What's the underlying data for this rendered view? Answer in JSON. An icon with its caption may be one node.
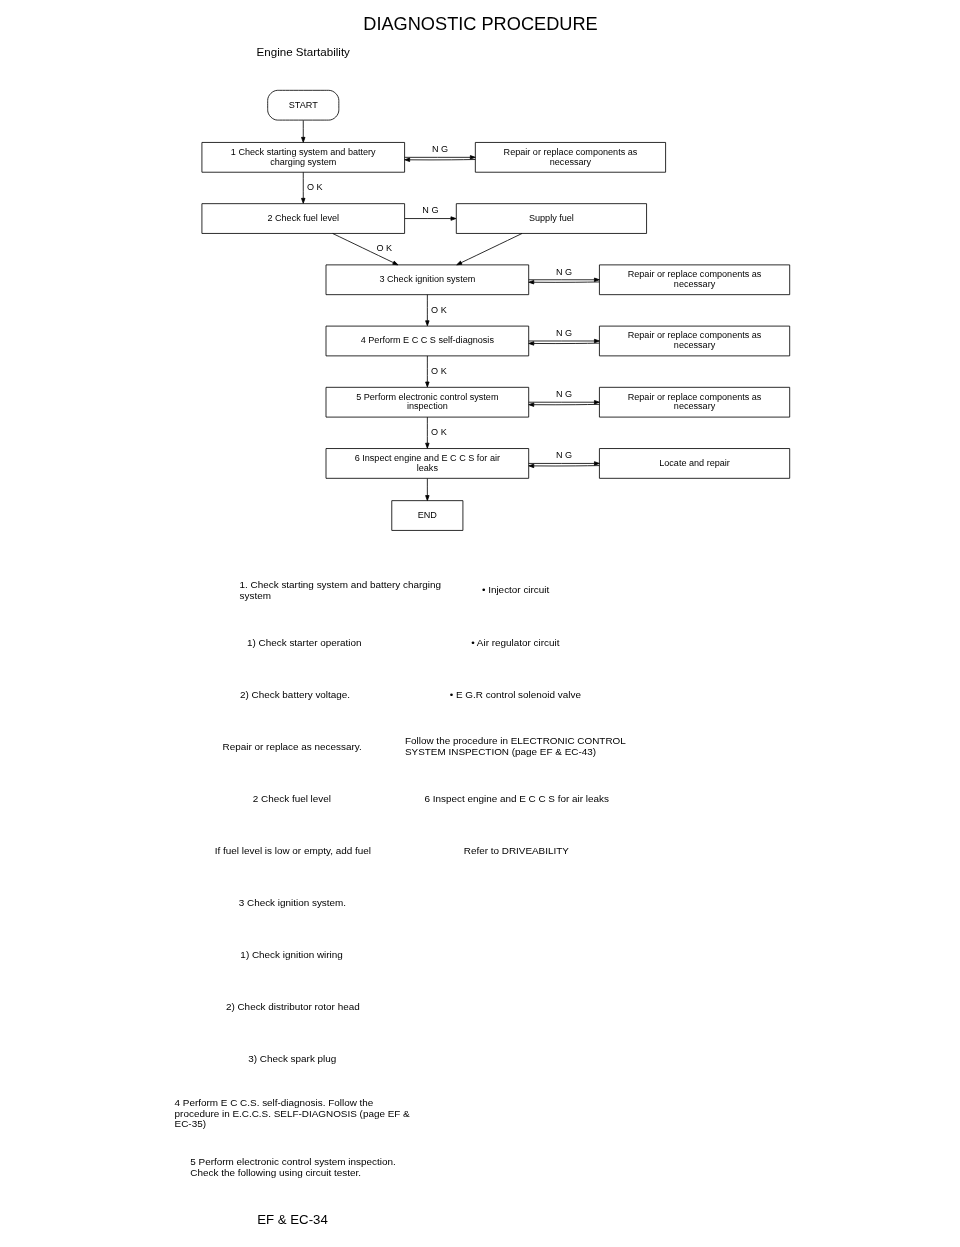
{
  "diagram": {
    "title": "DIAGNOSTIC PROCEDURE",
    "nodes": [
      {
        "text": [
          "START"
        ]
      },
      {
        "text": [
          "1 Check starting system and battery charging system"
        ]
      },
      {
        "text": [
          "Repair or replace components as necessary"
        ]
      },
      {
        "text": [
          "2 Check fuel level"
        ]
      },
      {
        "text": [
          "Supply fuel"
        ]
      },
      {
        "text": [
          "3 Check ignition system"
        ]
      },
      {
        "text": [
          "Repair or replace components as necessary"
        ]
      },
      {
        "text": [
          "4 Perform E C C S self-diagnosis"
        ]
      },
      {
        "text": [
          "Repair or replace components as necessary"
        ]
      },
      {
        "text": [
          "5 Perform electronic control system inspection"
        ]
      },
      {
        "text": [
          "Repair or replace components as necessary"
        ]
      },
      {
        "text": [
          "6 Inspect engine and E C C S for air leaks"
        ]
      },
      {
        "text": [
          "Locate and repair"
        ]
      },
      {
        "text": [
          "END"
        ]
      }
    ],
    "edges": [
      {
        "from": 0,
        "to": 1,
        "arrow": "to"
      },
      {
        "from": 1,
        "to": 2,
        "arrow": "to",
        "label": "N G"
      },
      {
        "from": 2,
        "to": 1,
        "arrow": "to"
      },
      {
        "from": 1,
        "to": 3,
        "arrow": "to",
        "label": "O K"
      },
      {
        "from": 3,
        "to": 4,
        "arrow": "to",
        "label": "N G"
      },
      {
        "from": 4,
        "to": 5,
        "arrow": "to"
      },
      {
        "from": 3,
        "to": 5,
        "arrow": "to",
        "label": "O K"
      },
      {
        "from": 5,
        "to": 6,
        "arrow": "to",
        "label": "N G"
      },
      {
        "from": 6,
        "to": 5,
        "arrow": "to"
      },
      {
        "from": 5,
        "to": 7,
        "arrow": "to",
        "label": "O K"
      },
      {
        "from": 7,
        "to": 8,
        "arrow": "to",
        "label": "N G"
      },
      {
        "from": 8,
        "to": 7,
        "arrow": "to"
      },
      {
        "from": 7,
        "to": 9,
        "arrow": "to",
        "label": "O K"
      },
      {
        "from": 9,
        "to": 10,
        "arrow": "to",
        "label": "N G"
      },
      {
        "from": 10,
        "to": 9,
        "arrow": "to"
      },
      {
        "from": 9,
        "to": 11,
        "arrow": "to",
        "label": "O K"
      },
      {
        "from": 11,
        "to": 12,
        "arrow": "to",
        "label": "N G"
      },
      {
        "from": 12,
        "to": 11,
        "arrow": "to"
      },
      {
        "from": 11,
        "to": 13,
        "arrow": "to"
      }
    ],
    "labels": [
      "Engine Startability",
      "1. Check starting system and battery charging system",
      "1) Check starter operation",
      "2) Check battery voltage.",
      "Repair or replace as necessary.",
      "2 Check fuel level",
      "If fuel level is low or empty, add fuel",
      "3 Check ignition system.",
      "1) Check ignition wiring",
      "2) Check distributor rotor head",
      "3) Check spark plug",
      "4 Perform E C C.S. self-diagnosis. Follow the procedure in E.C.C.S. SELF-DIAGNOSIS (page EF & EC-35)",
      "5 Perform electronic control system inspection. Check the following using circuit tester.",
      "• Injector circuit",
      "• Air regulator circuit",
      "• E G.R control solenoid valve",
      "Follow the procedure in ELECTRONIC CONTROL SYSTEM INSPECTION (page EF & EC-43)",
      "6 Inspect engine and E C C S for air leaks",
      "Refer to DRIVEABILITY",
      "EF & EC-34"
    ]
  }
}
